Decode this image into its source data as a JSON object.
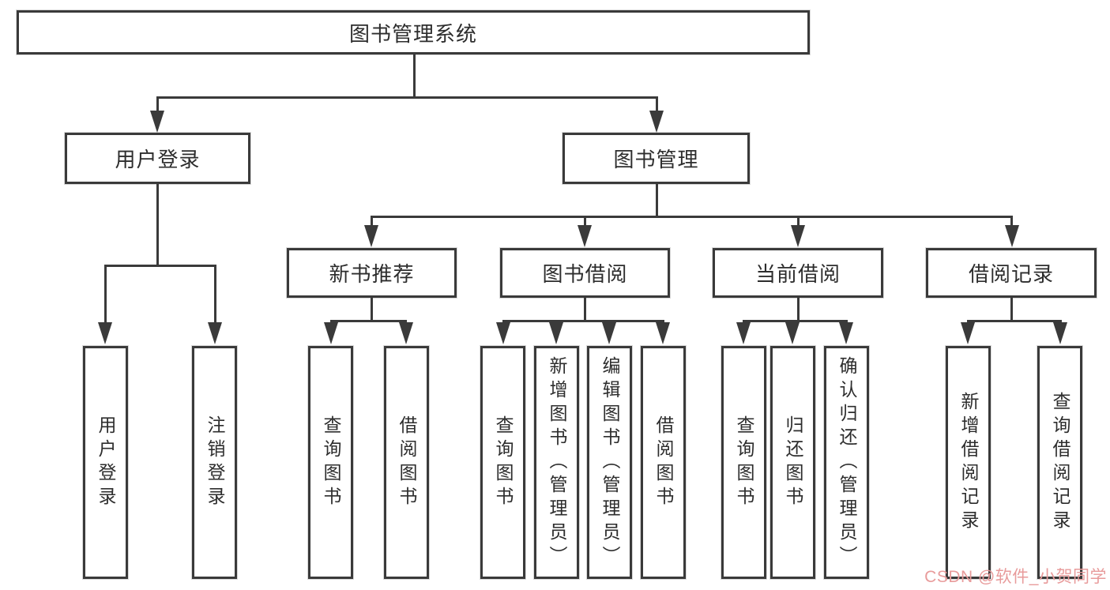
{
  "tree": {
    "label": "图书管理系统",
    "children": [
      {
        "label": "用户登录",
        "children": [
          {
            "label": "用户登录"
          },
          {
            "label": "注销登录"
          }
        ]
      },
      {
        "label": "图书管理",
        "children": [
          {
            "label": "新书推荐",
            "children": [
              {
                "label": "查询图书"
              },
              {
                "label": "借阅图书"
              }
            ]
          },
          {
            "label": "图书借阅",
            "children": [
              {
                "label": "查询图书"
              },
              {
                "label": "新增图书（管理员）"
              },
              {
                "label": "编辑图书（管理员）"
              },
              {
                "label": "借阅图书"
              }
            ]
          },
          {
            "label": "当前借阅",
            "children": [
              {
                "label": "查询图书"
              },
              {
                "label": "归还图书"
              },
              {
                "label": "确认归还（管理员）"
              }
            ]
          },
          {
            "label": "借阅记录",
            "children": [
              {
                "label": "新增借阅记录"
              },
              {
                "label": "查询借阅记录"
              }
            ]
          }
        ]
      }
    ]
  },
  "watermark": {
    "text": "CSDN @软件_小贺同学"
  },
  "colors": {
    "line": "#3a3a3a",
    "text": "#2d2d2d",
    "background": "#ffffff",
    "watermark": "#e89b9b"
  }
}
